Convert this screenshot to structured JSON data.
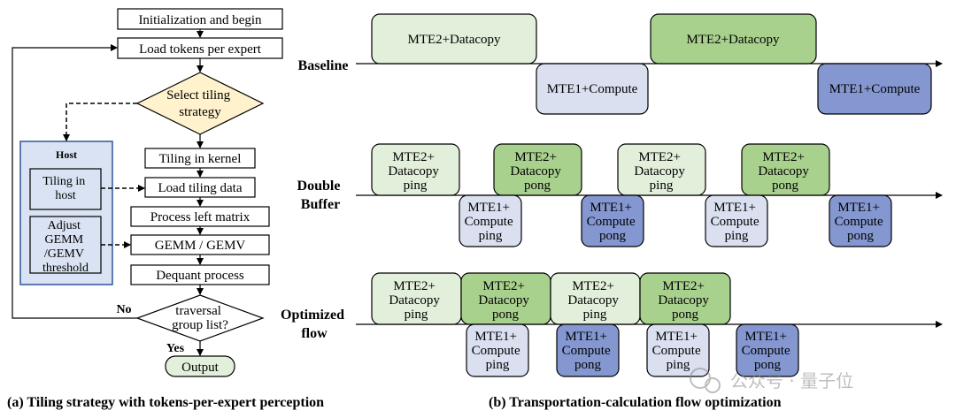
{
  "flowchart": {
    "steps": {
      "init": "Initialization and begin",
      "load_tokens": "Load tokens per expert",
      "select_tiling": [
        "Select tiling",
        "strategy"
      ],
      "tiling_kernel": "Tiling in kernel",
      "load_tiling": "Load tiling data",
      "process_left": "Process left matrix",
      "gemm": "GEMM / GEMV",
      "dequant": "Dequant process",
      "traversal": [
        "traversal",
        "group list?"
      ],
      "output": "Output"
    },
    "host": {
      "title": "Host",
      "tiling_host": [
        "Tiling in",
        "host"
      ],
      "adjust": [
        "Adjust",
        "GEMM",
        "/GEMV",
        "threshold"
      ]
    },
    "branch_no": "No",
    "branch_yes": "Yes",
    "caption": "(a)  Tiling strategy with tokens-per-expert perception"
  },
  "timeline": {
    "rows": {
      "baseline": [
        "Baseline"
      ],
      "double_buffer": [
        "Double",
        "Buffer"
      ],
      "optimized": [
        "Optimized",
        "flow"
      ]
    },
    "baseline_labels": {
      "mte2": "MTE2+Datacopy",
      "mte1": "MTE1+Compute"
    },
    "mte2_ping": [
      "MTE2+",
      "Datacopy",
      "ping"
    ],
    "mte2_pong": [
      "MTE2+",
      "Datacopy",
      "pong"
    ],
    "mte1_ping": [
      "MTE1+",
      "Compute",
      "ping"
    ],
    "mte1_pong": [
      "MTE1+",
      "Compute",
      "pong"
    ],
    "caption": "(b)  Transportation-calculation flow optimization"
  },
  "watermark": "公众号 · 量子位",
  "colors": {
    "ping_fill": "#e2efda",
    "pong_fill": "#a9d18e",
    "mte1_ping_fill": "#dae0f0",
    "mte1_pong_fill": "#8497d0",
    "decision_fill": "#fff2cc",
    "host_fill": "#dae3f3",
    "host_stroke": "#2f5597",
    "output_fill": "#e2efda"
  }
}
